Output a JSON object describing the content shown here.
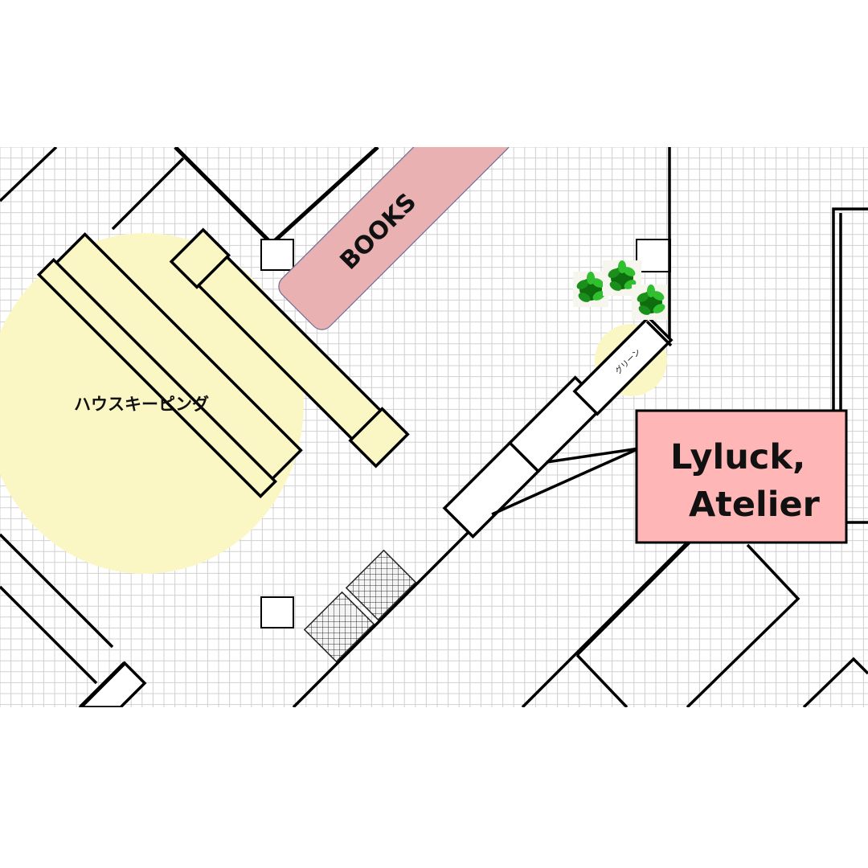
{
  "map": {
    "zones": {
      "housekeeping": {
        "label": "ハウスキーピング",
        "highlight_color": "#fbf7c4"
      },
      "books": {
        "label": "BOOKS",
        "color": "#e9b1b1"
      },
      "green": {
        "label": "グリーン",
        "highlight_color": "#fbf7c4"
      }
    },
    "shop": {
      "line1": "Lyluck,",
      "line2": "Atelier",
      "color": "#ffb6b6"
    },
    "icons": {
      "plants": "plant-icon",
      "racks": "wire-rack-icon"
    }
  }
}
